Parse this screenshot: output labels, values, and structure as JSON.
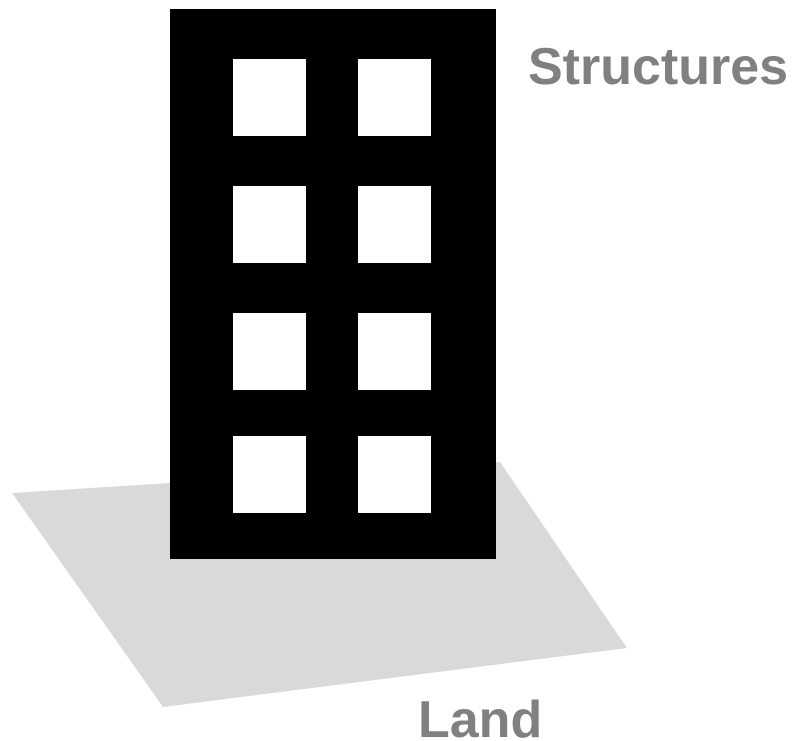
{
  "labels": {
    "structures": "Structures",
    "land": "Land"
  },
  "colors": {
    "land_fill": "#d9d9d9",
    "building_fill": "#000000",
    "window_fill": "#ffffff",
    "label_text": "#808080"
  },
  "building": {
    "window_rows": 4,
    "window_columns": 2
  }
}
